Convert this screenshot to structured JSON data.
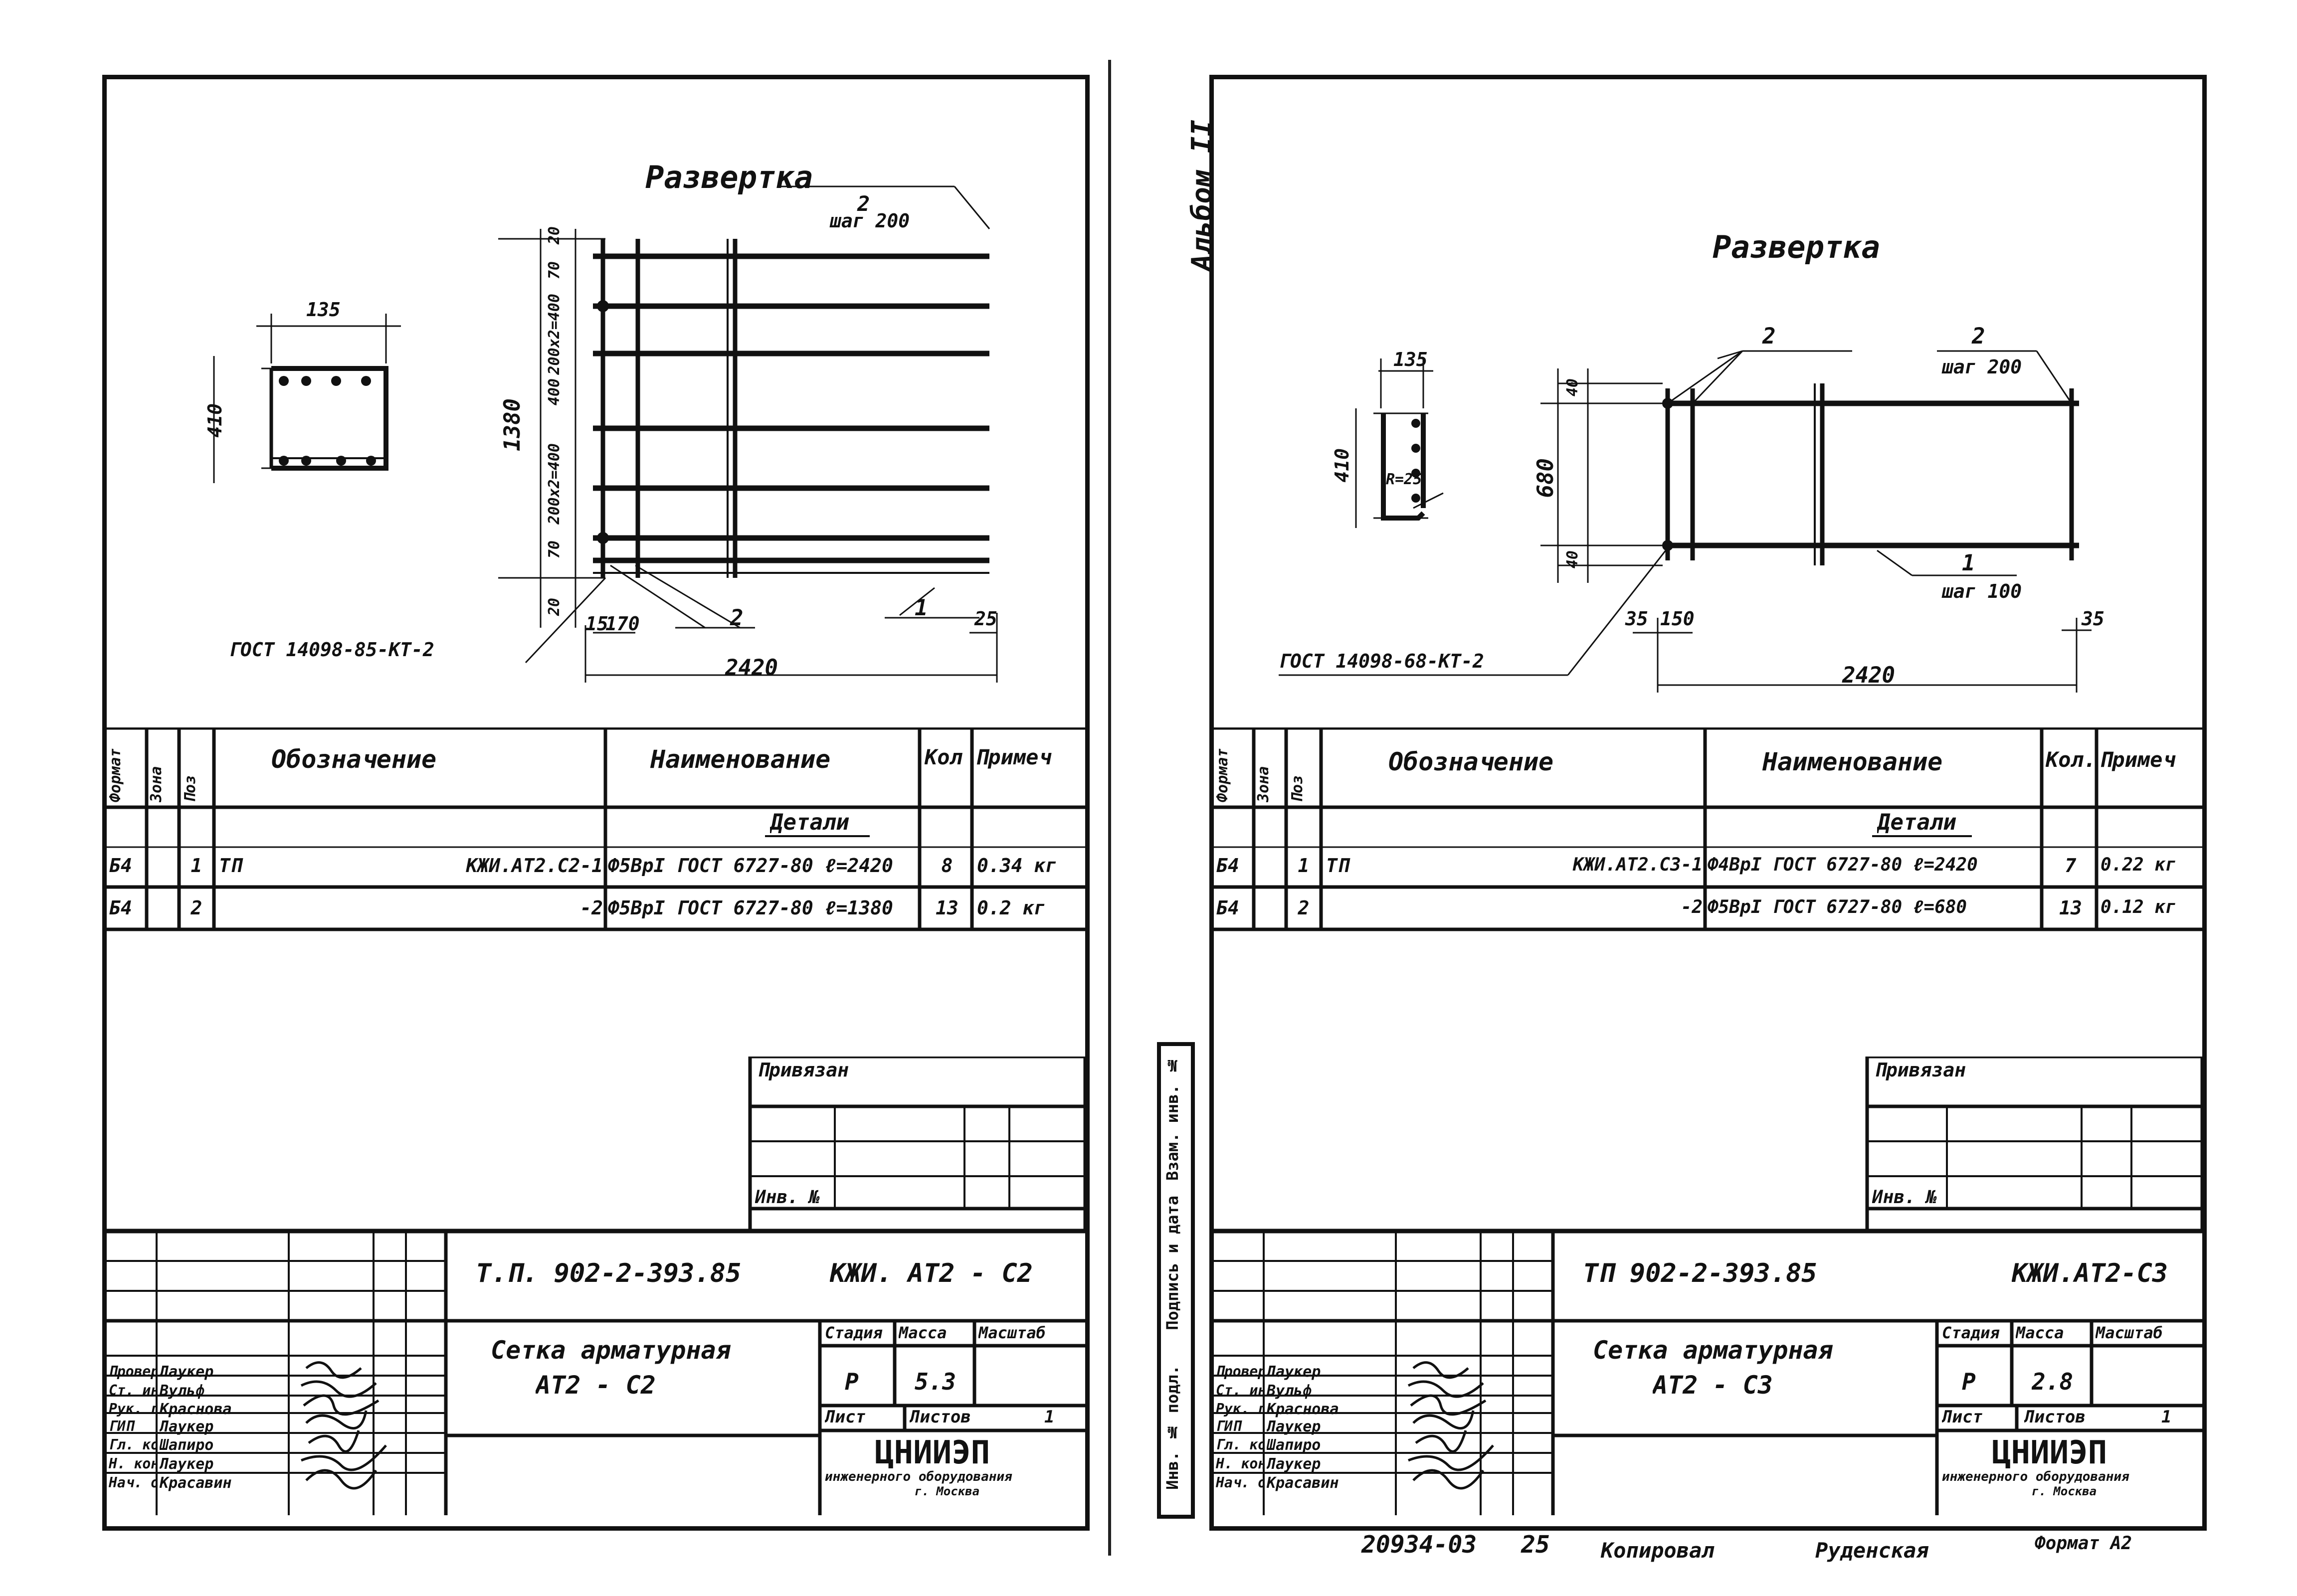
{
  "album_label": "Альбом II",
  "side_strip": {
    "inv_podl": "Инв. № подл.",
    "podpis": "Подпись и дата",
    "vzam": "Взам. инв. №"
  },
  "footer": {
    "code": "20934-03",
    "page": "25",
    "copied": "Копировал",
    "copier": "Руденская",
    "format": "Формат А2"
  },
  "table_headers": {
    "format": "Формат",
    "zona": "Зона",
    "poz": "Поз",
    "oboznachenie": "Обозначение",
    "naimenovanie": "Наименование",
    "kol": "Кол",
    "primech": "Примеч"
  },
  "right_table_headers": {
    "kol": "Кол.",
    "primech": "Примеч"
  },
  "section": "Детали",
  "title_block_labels": {
    "privyazan": "Привязан",
    "inv": "Инв. №",
    "stadiya": "Стадия",
    "massa": "Масса",
    "masshtab": "Масштаб",
    "list": "Лист",
    "listov": "Листов",
    "org": "ЦНИИЭП",
    "org_sub": "инженерного оборудования",
    "org_city": "г. Москва"
  },
  "personnel": [
    {
      "role": "Провер.",
      "name": "Лаукер"
    },
    {
      "role": "Ст. инж.",
      "name": "Вульф"
    },
    {
      "role": "Рук. гр.",
      "name": "Краснова"
    },
    {
      "role": "ГИП",
      "name": "Лаукер"
    },
    {
      "role": "Гл. констр.",
      "name": "Шапиро"
    },
    {
      "role": "Н. контр.",
      "name": "Лаукер"
    },
    {
      "role": "Нач. отд.",
      "name": "Красавин"
    }
  ],
  "left": {
    "drawing_title": "Развертка",
    "dims": {
      "w135": "135",
      "h410": "410",
      "h1380": "1380",
      "w2420": "2420",
      "a15": "15",
      "a170": "170",
      "a25": "25",
      "a20": "20",
      "a20b": "20",
      "a70": "70",
      "a70b": "70",
      "v1": "200х2=400",
      "v2": "400",
      "v3": "200х2=400"
    },
    "callouts": {
      "step_num": "2",
      "step": "шаг 200",
      "p2": "2",
      "p1": "1",
      "gost": "ГОСТ 14098-85-КТ-2"
    },
    "rows": [
      {
        "format": "Б4",
        "zona": "",
        "poz": "1",
        "prefix": "ТП",
        "designation": "КЖИ.АТ2.С2-1",
        "name": "Ф5ВрI ГОСТ 6727-80 ℓ=2420",
        "qty": "8",
        "note": "0.34 кг"
      },
      {
        "format": "Б4",
        "zona": "",
        "poz": "2",
        "prefix": "",
        "designation": "-2",
        "name": "Ф5ВрI ГОСТ 6727-80 ℓ=1380",
        "qty": "13",
        "note": "0.2 кг"
      }
    ],
    "doc_code": "Т.П. 902-2-393.85",
    "doc_mark": "КЖИ. АТ2 - С2",
    "title1": "Сетка арматурная",
    "title2": "АТ2 - С2",
    "stage": "Р",
    "mass": "5.3",
    "sheets": "1"
  },
  "right": {
    "drawing_title": "Развертка",
    "dims": {
      "w135": "135",
      "h410": "410",
      "r": "R=25",
      "h680": "680",
      "a40": "40",
      "a40b": "40",
      "a35": "35",
      "a150": "150",
      "a35b": "35",
      "w2420": "2420"
    },
    "callouts": {
      "p2a": "2",
      "p2b": "2",
      "step2": "шаг 200",
      "p1": "1",
      "step1": "шаг 100",
      "gost": "ГОСТ 14098-68-КТ-2"
    },
    "rows": [
      {
        "format": "Б4",
        "zona": "",
        "poz": "1",
        "prefix": "ТП",
        "designation": "КЖИ.АТ2.С3-1",
        "name": "Ф4ВрI ГОСТ 6727-80 ℓ=2420",
        "qty": "7",
        "note": "0.22 кг"
      },
      {
        "format": "Б4",
        "zona": "",
        "poz": "2",
        "prefix": "",
        "designation": "-2",
        "name": "Ф5ВрI ГОСТ 6727-80 ℓ=680",
        "qty": "13",
        "note": "0.12 кг"
      }
    ],
    "doc_code": "ТП 902-2-393.85",
    "doc_mark": "КЖИ.АТ2-С3",
    "title1": "Сетка арматурная",
    "title2": "АТ2 - С3",
    "stage": "Р",
    "mass": "2.8",
    "sheets": "1"
  }
}
